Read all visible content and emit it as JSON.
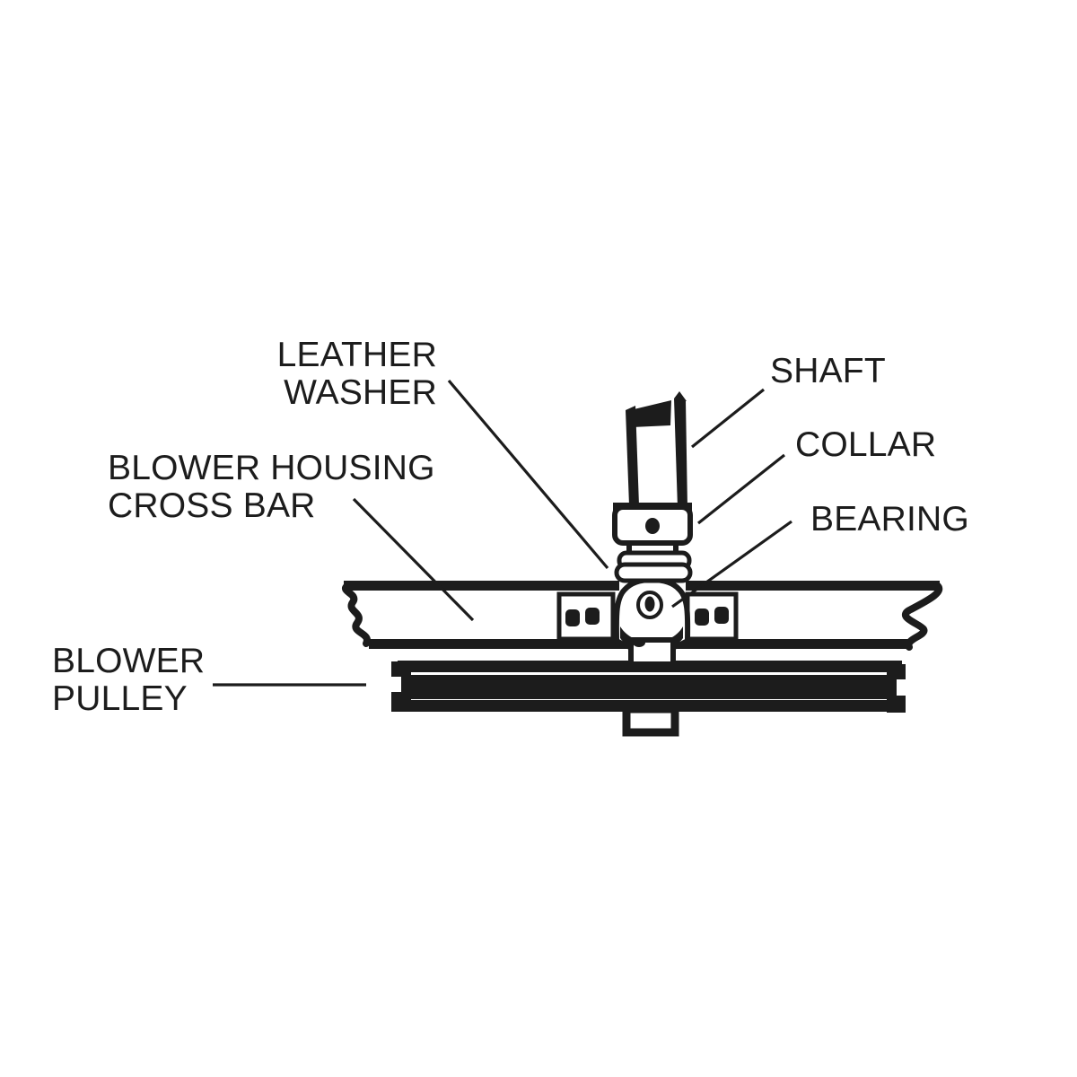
{
  "diagram": {
    "background_color": "#ffffff",
    "ink_color": "#1c1c1c",
    "labels": {
      "leather_washer": {
        "line1": "LEATHER",
        "line2": "WASHER"
      },
      "shaft": "SHAFT",
      "collar": "COLLAR",
      "bearing": "BEARING",
      "blower_housing_cross_bar": {
        "line1": "BLOWER HOUSING",
        "line2": "CROSS BAR"
      },
      "blower_pulley": {
        "line1": "BLOWER",
        "line2": "PULLEY"
      }
    }
  }
}
